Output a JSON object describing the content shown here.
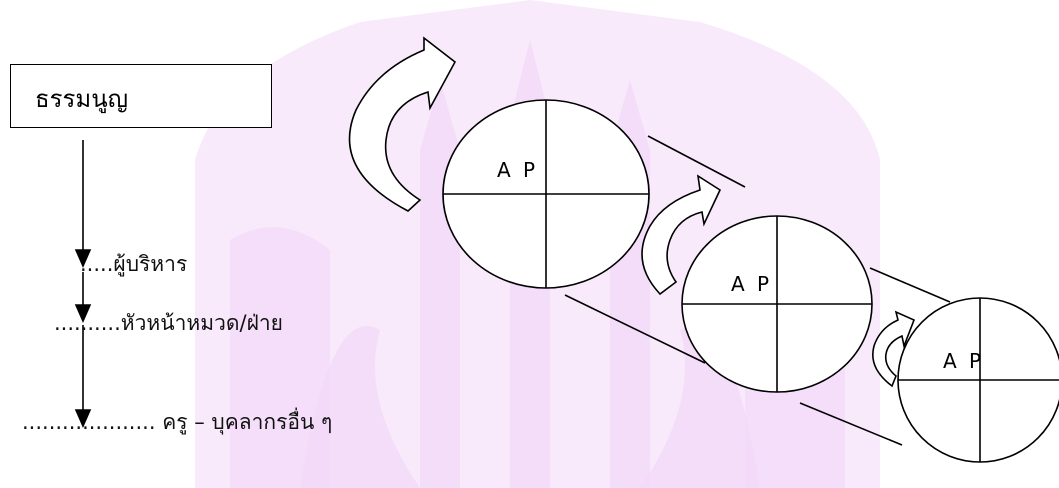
{
  "diagram": {
    "top_box_label": "ธรรมนูญ",
    "levels": [
      {
        "dots": ".....",
        "label": "ผู้บริหาร"
      },
      {
        "dots": "..........",
        "label": "หัวหน้าหมวด/ฝ่าย"
      },
      {
        "dots": "....................",
        "label": "ครู – บุคลากรอื่น ๆ"
      }
    ],
    "cycle_label": "A P",
    "cycles": [
      {
        "label": "A P"
      },
      {
        "label": "A P"
      },
      {
        "label": "A P"
      }
    ],
    "colors": {
      "line": "#000000",
      "watermark": "#f3d8f8"
    }
  }
}
